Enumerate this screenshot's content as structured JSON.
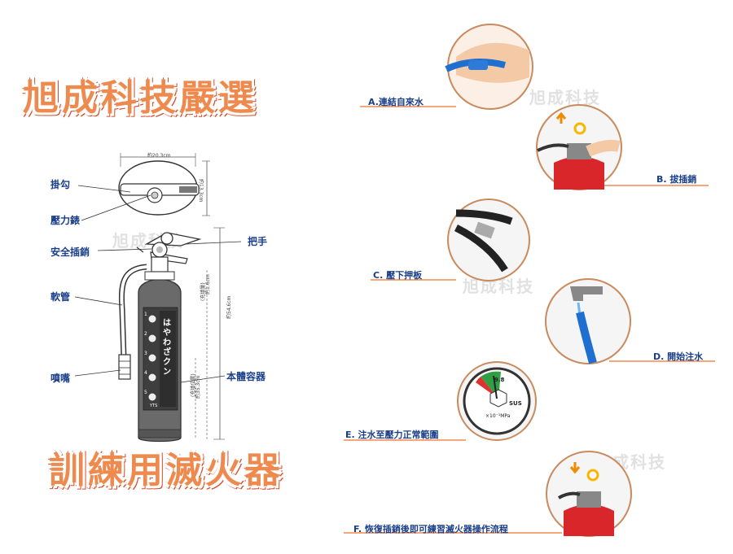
{
  "header_title": "旭成科技嚴選",
  "footer_title": "訓練用滅火器",
  "watermark_text": "旭成科技",
  "diagram": {
    "part_labels": {
      "hook": "掛勾",
      "gauge": "壓力錶",
      "safety_pin": "安全插銷",
      "handle": "把手",
      "hose": "軟管",
      "nozzle": "噴嘴",
      "body": "本體容器"
    },
    "dimensions": {
      "width": "約20.3cm",
      "depth": "約13.3cm",
      "height": "約54.6cm",
      "level_top": "約1.6cm",
      "level_bottom": "約35.3cm",
      "level_top_caption": "(充填量)",
      "level_bottom_caption": "(充填位置)"
    },
    "cylinder_panel": {
      "vertical_text": "はやわざクン",
      "steps": [
        "1",
        "2",
        "3",
        "4",
        "5"
      ],
      "badge": "YTS"
    }
  },
  "steps": [
    {
      "label": "A.連結自來水"
    },
    {
      "label": "B. 拔插銷"
    },
    {
      "label": "C. 壓下押板"
    },
    {
      "label": "D. 開始注水"
    },
    {
      "label": "E. 注水至壓力正常範圍"
    },
    {
      "label": "F. 恢復插銷後即可練習滅火器操作流程"
    }
  ],
  "gauge_readout": {
    "value": "9.8",
    "unit": "×10⁻¹MPa",
    "brand": "SUS"
  },
  "colors": {
    "title": "#ef8a4e",
    "title_outline": "#d24a28",
    "label_text": "#1a3f8a",
    "leader_line": "#ef8a4e",
    "circle_border": "#c98a5e",
    "extinguisher_red": "#d9262b",
    "hose_blue": "#1f6fd1"
  }
}
